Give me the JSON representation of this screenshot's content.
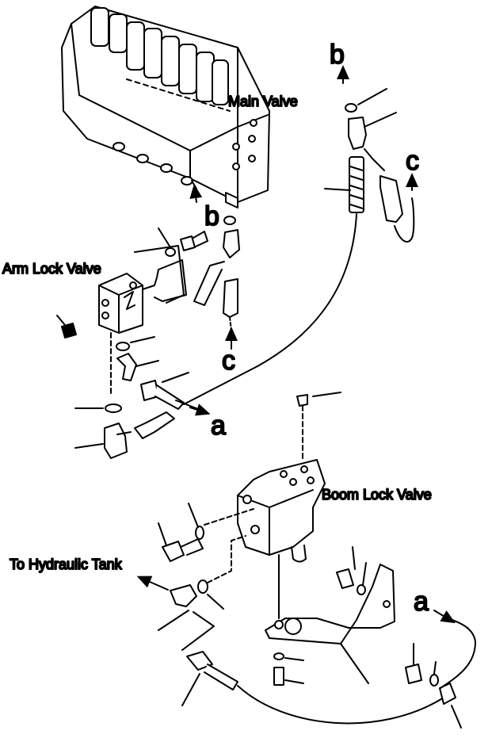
{
  "labels": {
    "main_valve": "Main Valve",
    "arm_lock_valve": "Arm Lock Valve",
    "boom_lock_valve": "Boom Lock Valve",
    "to_hydraulic_tank": "To Hydraulic Tank"
  },
  "connection_letters": {
    "b_top": "b",
    "c_right": "c",
    "b_mid": "b",
    "c_mid": "c",
    "a_left": "a",
    "a_right": "a"
  }
}
